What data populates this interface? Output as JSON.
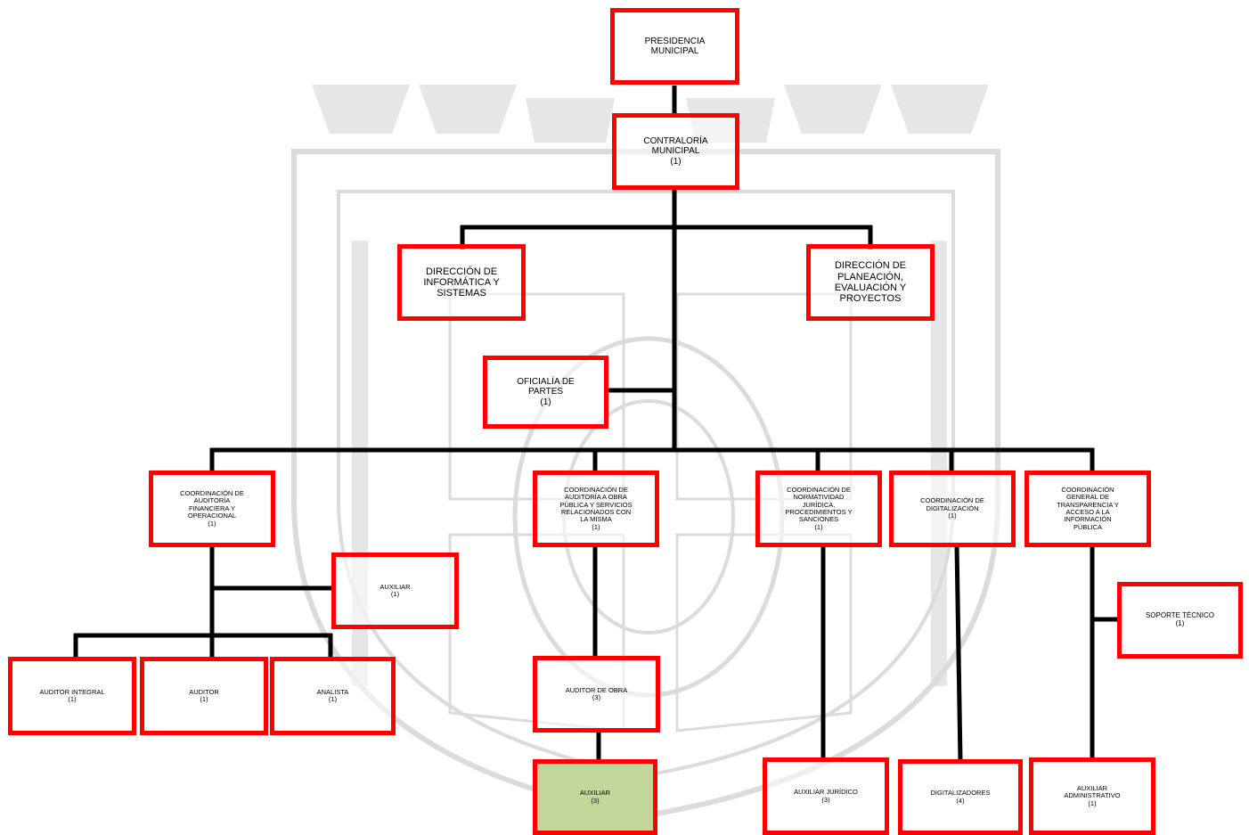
{
  "colors": {
    "box_border": "#ff0000",
    "connector": "#000000",
    "highlight_fill": "#c4d79b",
    "watermark": "#c8c8c8"
  },
  "watermark": {
    "icon": "coat-of-arms-watermark"
  },
  "nodes": {
    "presidencia": {
      "title": "PRESIDENCIA\nMUNICIPAL",
      "count": ""
    },
    "contraloria": {
      "title": "CONTRALORÍA\nMUNICIPAL",
      "count": "(1)"
    },
    "dir_informatica": {
      "title": "DIRECCIÓN DE\nINFORMÁTICA Y\nSISTEMAS",
      "count": ""
    },
    "dir_planeacion": {
      "title": "DIRECCIÓN DE\nPLANEACIÓN,\nEVALUACIÓN Y\nPROYECTOS",
      "count": ""
    },
    "oficialia": {
      "title": "OFICIALÍA DE\nPARTES",
      "count": "(1)"
    },
    "coord_financiera": {
      "title": "COORDINACIÓN DE\nAUDITORÍA\nFINANCIERA Y\nOPERACIONAL",
      "count": "(1)"
    },
    "coord_obra": {
      "title": "COORDINACIÓN DE\nAUDITORÍA A OBRA\nPÚBLICA Y SERVICIOS\nRELACIONADOS CON\nLA MISMA",
      "count": "(1)"
    },
    "coord_normatividad": {
      "title": "COORDINACIÓN DE\nNORMATIVIDAD\nJURÍDICA,\nPROCEDIMIENTOS Y\nSANCIONES",
      "count": "(1)"
    },
    "coord_digitalizacion": {
      "title": "COORDINACIÓN DE\nDIGITALIZACIÓN",
      "count": "(1)"
    },
    "coord_transparencia": {
      "title": "COORDINACIÓN\nGENERAL DE\nTRANSPARENCIA Y\nACCESO A LA\nINFORMACIÓN\nPÚBLICA",
      "count": ""
    },
    "auxiliar_fin": {
      "title": "AUXILIAR",
      "count": "(1)"
    },
    "auditor_integral": {
      "title": "AUDITOR INTEGRAL",
      "count": "(1)"
    },
    "auditor": {
      "title": "AUDITOR",
      "count": "(1)"
    },
    "analista": {
      "title": "ANALISTA",
      "count": "(1)"
    },
    "auditor_obra": {
      "title": "AUDITOR DE OBRA",
      "count": "(3)"
    },
    "auxiliar_obra": {
      "title": "AUXILIAR",
      "count": "(3)"
    },
    "soporte": {
      "title": "SOPORTE TÉCNICO",
      "count": "(1)"
    },
    "aux_juridico": {
      "title": "AUXILIAR JURÍDICO",
      "count": "(3)"
    },
    "digitalizadores": {
      "title": "DIGITALIZADORES",
      "count": "(4)"
    },
    "aux_admin": {
      "title": "AUXILIAR\nADMINISTRATIVO",
      "count": "(1)"
    }
  }
}
